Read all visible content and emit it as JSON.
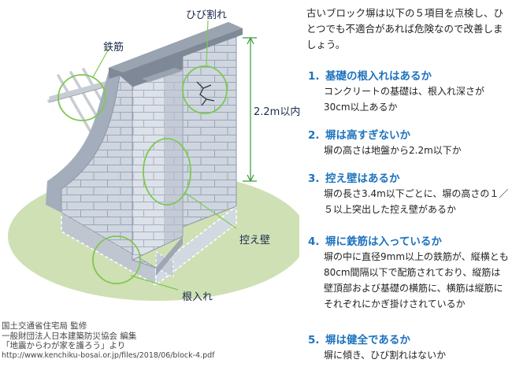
{
  "diagram": {
    "labels": {
      "crack": "ひび割れ",
      "rebar": "鉄筋",
      "height": "2.2m以内",
      "buttress": "控え壁",
      "footing": "根入れ"
    }
  },
  "intro": "古いブロック塀は以下の５項目を点検し、ひとつでも不適合があれば危険なので改善しましょう。",
  "checklist": [
    {
      "num": "1.",
      "title": "基礎の根入れはあるか",
      "desc": "コンクリートの基礎は、根入れ深さが30cm以上あるか"
    },
    {
      "num": "2.",
      "title": "塀は高すぎないか",
      "desc": "塀の高さは地盤から2.2m以下か"
    },
    {
      "num": "3.",
      "title": "控え壁はあるか",
      "desc": "塀の長さ3.4m以下ごとに、塀の高さの１／５以上突出した控え壁があるか"
    },
    {
      "num": "4.",
      "title": "塀に鉄筋は入っているか",
      "desc": "塀の中に直径9mm以上の鉄筋が、縦横とも80cm間隔以下で配筋されており、縦筋は壁頂部および基礎の横筋に、横筋は縦筋にそれぞれにかぎ掛けされているか"
    },
    {
      "num": "5.",
      "title": "塀は健全であるか",
      "desc": "塀に傾き、ひび割れはないか"
    }
  ],
  "credit": {
    "line1": "国土交通省住宅局 監修",
    "line2": "一般財団法人日本建築防災協会 編集",
    "line3": "「地震からわが家を護ろう」より",
    "url": "http://www.kenchiku-bosai.or.jp/files/2018/06/block-4.pdf"
  },
  "colors": {
    "accent": "#1e73be",
    "ground": "#cfe0b4",
    "highlight_circle": "#7fc850",
    "dimension_line": "#3a9a3a"
  }
}
